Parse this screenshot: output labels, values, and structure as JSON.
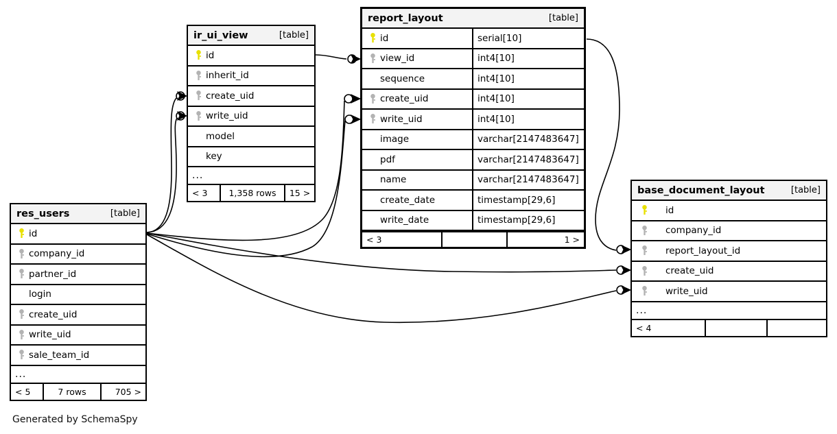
{
  "diagram": {
    "footer_note": "Generated by SchemaSpy",
    "table_tag": "[table]",
    "ellipsis": "...",
    "pk_color": "#e8e000",
    "fk_color": "#b3b3b3",
    "header_bg": "#f3f3f3",
    "border_color": "#000000"
  },
  "tables": {
    "ir_ui_view": {
      "name": "ir_ui_view",
      "tag": "[table]",
      "columns": [
        {
          "key": "pk",
          "name": "id"
        },
        {
          "key": "fk",
          "name": "inherit_id"
        },
        {
          "key": "fk",
          "name": "create_uid"
        },
        {
          "key": "fk",
          "name": "write_uid"
        },
        {
          "key": "none",
          "name": "model"
        },
        {
          "key": "none",
          "name": "key"
        }
      ],
      "ellipsis": "...",
      "footer": {
        "left": "< 3",
        "center": "1,358 rows",
        "right": "15 >"
      }
    },
    "report_layout": {
      "name": "report_layout",
      "tag": "[table]",
      "columns": [
        {
          "key": "pk",
          "name": "id",
          "type": "serial[10]"
        },
        {
          "key": "fk",
          "name": "view_id",
          "type": "int4[10]"
        },
        {
          "key": "none",
          "name": "sequence",
          "type": "int4[10]"
        },
        {
          "key": "fk",
          "name": "create_uid",
          "type": "int4[10]"
        },
        {
          "key": "fk",
          "name": "write_uid",
          "type": "int4[10]"
        },
        {
          "key": "none",
          "name": "image",
          "type": "varchar[2147483647]"
        },
        {
          "key": "none",
          "name": "pdf",
          "type": "varchar[2147483647]"
        },
        {
          "key": "none",
          "name": "name",
          "type": "varchar[2147483647]"
        },
        {
          "key": "none",
          "name": "create_date",
          "type": "timestamp[29,6]"
        },
        {
          "key": "none",
          "name": "write_date",
          "type": "timestamp[29,6]"
        }
      ],
      "footer": {
        "left": "< 3",
        "center": "",
        "right": "1 >"
      }
    },
    "res_users": {
      "name": "res_users",
      "tag": "[table]",
      "columns": [
        {
          "key": "pk",
          "name": "id"
        },
        {
          "key": "fk",
          "name": "company_id"
        },
        {
          "key": "fk",
          "name": "partner_id"
        },
        {
          "key": "none",
          "name": "login"
        },
        {
          "key": "fk",
          "name": "create_uid"
        },
        {
          "key": "fk",
          "name": "write_uid"
        },
        {
          "key": "fk",
          "name": "sale_team_id"
        }
      ],
      "ellipsis": "...",
      "footer": {
        "left": "< 5",
        "center": "7 rows",
        "right": "705 >"
      }
    },
    "base_document_layout": {
      "name": "base_document_layout",
      "tag": "[table]",
      "columns": [
        {
          "key": "pk",
          "name": "id"
        },
        {
          "key": "fk",
          "name": "company_id"
        },
        {
          "key": "fk",
          "name": "report_layout_id"
        },
        {
          "key": "fk",
          "name": "create_uid"
        },
        {
          "key": "fk",
          "name": "write_uid"
        }
      ],
      "ellipsis": "...",
      "footer": {
        "left": "< 4",
        "center": "",
        "right": ""
      }
    }
  },
  "relationships": [
    {
      "from_table": "ir_ui_view",
      "from_column": "id",
      "to_table": "report_layout",
      "to_column": "view_id"
    },
    {
      "from_table": "res_users",
      "from_column": "id",
      "to_table": "ir_ui_view",
      "to_column": "create_uid"
    },
    {
      "from_table": "res_users",
      "from_column": "id",
      "to_table": "ir_ui_view",
      "to_column": "write_uid"
    },
    {
      "from_table": "res_users",
      "from_column": "id",
      "to_table": "report_layout",
      "to_column": "create_uid"
    },
    {
      "from_table": "res_users",
      "from_column": "id",
      "to_table": "report_layout",
      "to_column": "write_uid"
    },
    {
      "from_table": "res_users",
      "from_column": "id",
      "to_table": "base_document_layout",
      "to_column": "create_uid"
    },
    {
      "from_table": "res_users",
      "from_column": "id",
      "to_table": "base_document_layout",
      "to_column": "write_uid"
    },
    {
      "from_table": "report_layout",
      "from_column": "id",
      "to_table": "base_document_layout",
      "to_column": "report_layout_id"
    }
  ]
}
